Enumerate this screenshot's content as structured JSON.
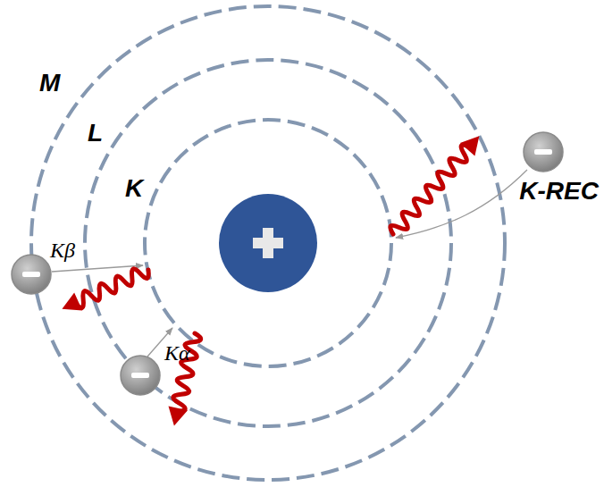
{
  "diagram": {
    "labels": [
      "M",
      "L",
      "K",
      "Kβ",
      "Kα",
      "K-REC"
    ]
  }
}
